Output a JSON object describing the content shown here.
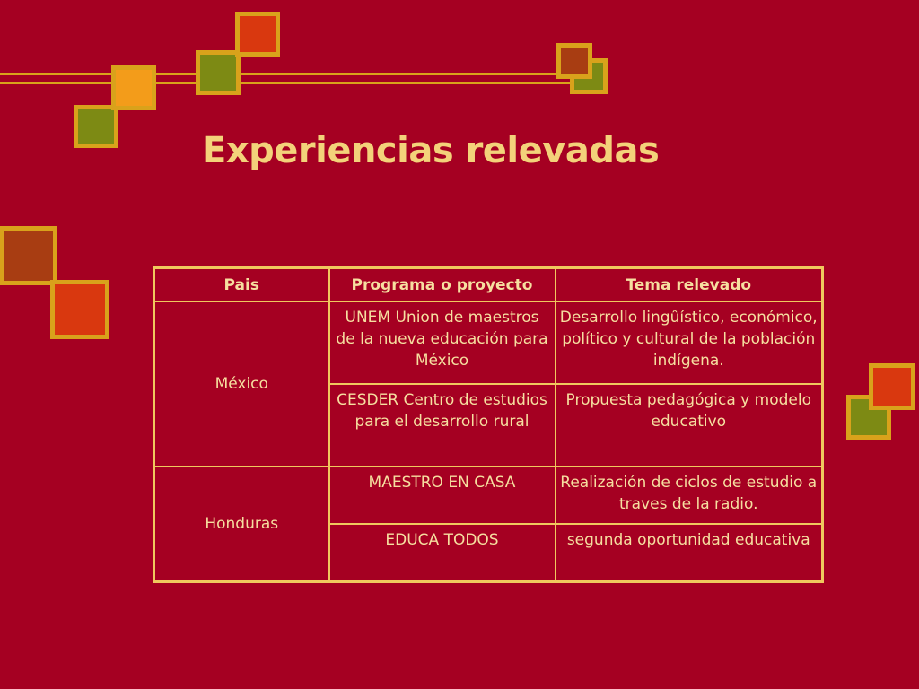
{
  "slide": {
    "title": "Experiencias relevadas"
  },
  "table": {
    "headers": [
      "Pais",
      "Programa o proyecto",
      "Tema relevado"
    ],
    "groups": [
      {
        "country": "México",
        "rows": [
          {
            "program": "UNEM Union de maestros de la nueva educación para México",
            "topic": "Desarrollo lingûístico, económico, político y cultural de la población indígena."
          },
          {
            "program": "CESDER Centro de estudios para el desarrollo rural",
            "topic": "Propuesta pedagógica y modelo educativo"
          }
        ]
      },
      {
        "country": "Honduras",
        "rows": [
          {
            "program": "MAESTRO EN CASA",
            "topic": "Realización de ciclos de estudio a traves de la radio."
          },
          {
            "program": "EDUCA TODOS",
            "topic": "segunda oportunidad educativa"
          }
        ]
      }
    ]
  },
  "colors": {
    "background": "#a50022",
    "frame": "#d9a21b",
    "title_text": "#f3d27a",
    "table_text": "#f6dfa0",
    "square_olive": "#7d8a14",
    "square_orange": "#f39c1a",
    "square_redorange": "#d9380f",
    "square_rust": "#a83d12"
  }
}
